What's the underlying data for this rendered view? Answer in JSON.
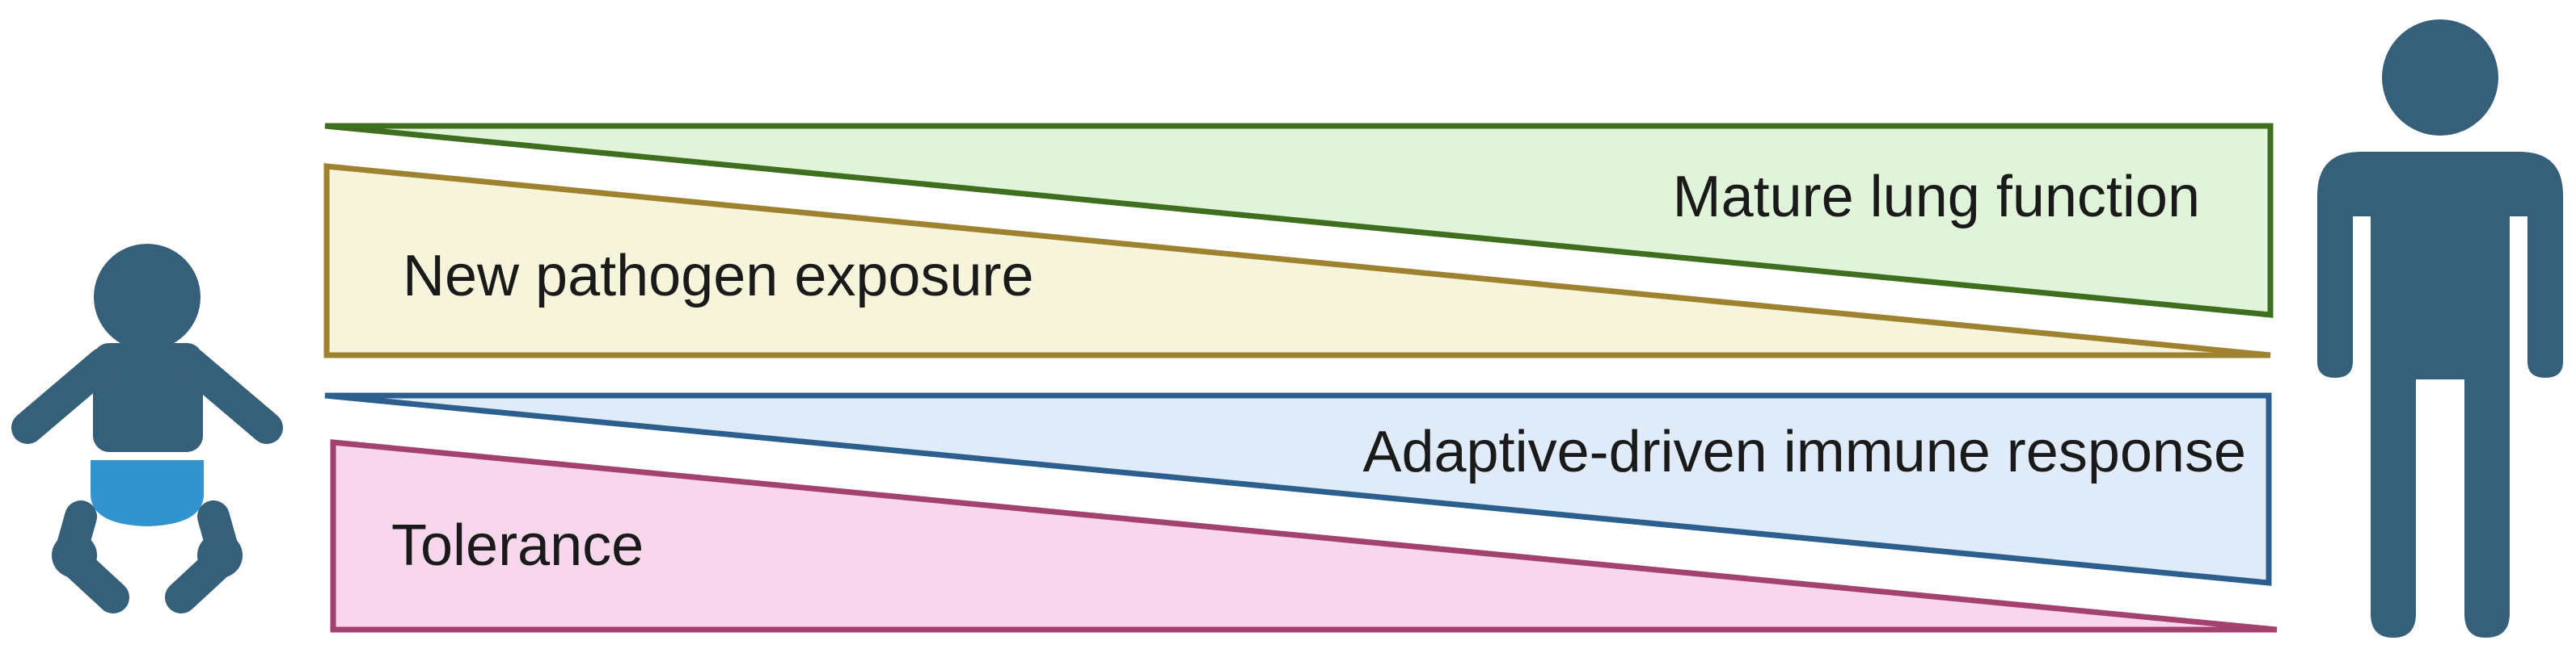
{
  "colors": {
    "icon_fill": "#365F7A",
    "diaper_fill": "#3393CF",
    "text": "#1a1a1a"
  },
  "icons": {
    "left": "baby-icon",
    "right": "adult-person-icon"
  },
  "wedges": [
    {
      "id": "mature-lung-function",
      "label": "Mature lung function",
      "direction": "increasing",
      "stroke": "#3E6F1E",
      "fill": "#E0F4DA"
    },
    {
      "id": "new-pathogen-exposure",
      "label": "New pathogen exposure",
      "direction": "decreasing",
      "stroke": "#9E8230",
      "fill": "#F6F4DA"
    },
    {
      "id": "adaptive-driven-immune-response",
      "label": "Adaptive-driven immune response",
      "direction": "increasing",
      "stroke": "#2D5F8E",
      "fill": "#DFEBF8"
    },
    {
      "id": "tolerance",
      "label": "Tolerance",
      "direction": "decreasing",
      "stroke": "#A3416F",
      "fill": "#F8D6EC"
    }
  ]
}
